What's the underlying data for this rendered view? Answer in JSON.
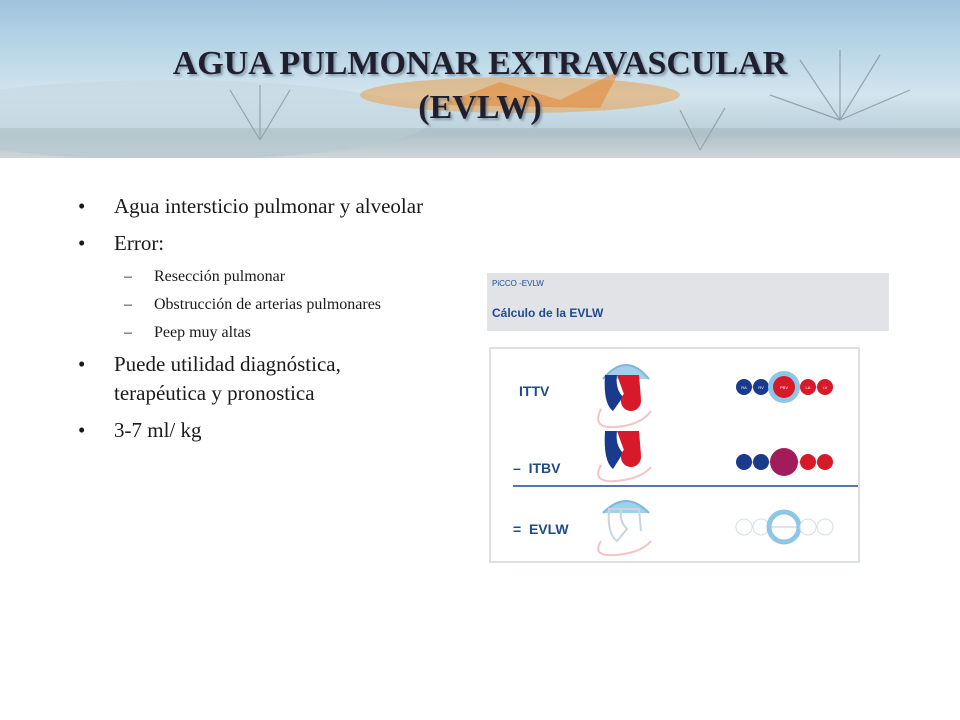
{
  "title": {
    "line1": "AGUA PULMONAR EXTRAVASCULAR",
    "line2": "(EVLW)"
  },
  "bullets": [
    {
      "marker": "•",
      "text": "Agua intersticio pulmonar y alveolar"
    },
    {
      "marker": "•",
      "text": "Error:"
    },
    {
      "marker": "–",
      "text": "Resección pulmonar"
    },
    {
      "marker": "–",
      "text": "Obstrucción de arterias pulmonares"
    },
    {
      "marker": "–",
      "text": "Peep muy altas"
    },
    {
      "marker": "•",
      "text": "Puede utilidad diagnóstica, terapéutica y pronostica"
    },
    {
      "marker": "•",
      "text": "3-7 ml/ kg"
    }
  ],
  "figure": {
    "small_header": "PiCCO -EVLW",
    "heading": "Cálculo de la EVLW",
    "rows": [
      {
        "prefix": "",
        "label": "ITTV"
      },
      {
        "prefix": "–",
        "label": "ITBV"
      },
      {
        "prefix": "=",
        "label": "EVLW"
      }
    ],
    "chain_labels": [
      "RA",
      "RV",
      "PBV",
      "LA",
      "LV"
    ],
    "colors": {
      "blue": "#1a3a8c",
      "red": "#d8192a",
      "light_blue": "#8ec6e8",
      "heading": "#1f4a8c"
    }
  }
}
